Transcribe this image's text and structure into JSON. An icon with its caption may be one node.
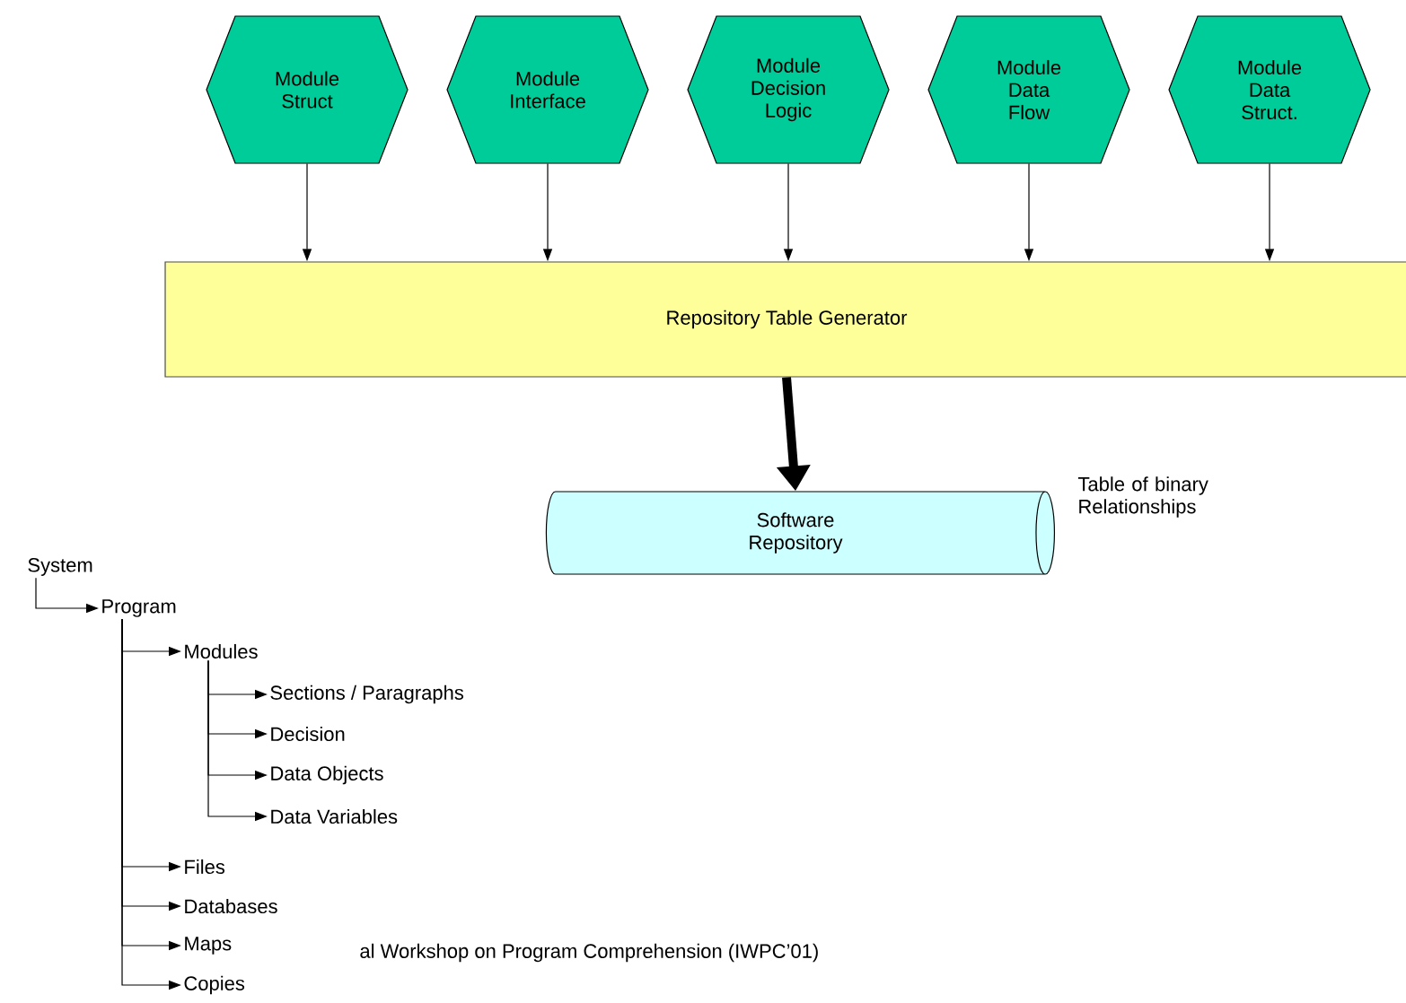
{
  "diagram": {
    "nodes": [
      {
        "text": [
          "Module Struct"
        ]
      },
      {
        "text": [
          "Module Interface"
        ]
      },
      {
        "text": [
          "Module Decision Logic"
        ]
      },
      {
        "text": [
          "Module Data Flow"
        ]
      },
      {
        "text": [
          "Module Data Struct."
        ]
      },
      {
        "text": [
          "Repository Table Generator"
        ]
      },
      {
        "text": [
          "Software Repository"
        ],
        "beside": [
          "Table of binary Relationships"
        ]
      },
      {
        "text": [
          "System"
        ]
      },
      {
        "text": [
          "Program"
        ]
      },
      {
        "text": [
          "Modules"
        ]
      },
      {
        "text": [
          "Sections / Paragraphs"
        ]
      },
      {
        "text": [
          "Decision"
        ]
      },
      {
        "text": [
          "Data Objects"
        ]
      },
      {
        "text": [
          "Data Variables"
        ]
      },
      {
        "text": [
          "Files"
        ]
      },
      {
        "text": [
          "Databases"
        ]
      },
      {
        "text": [
          "Maps"
        ]
      },
      {
        "text": [
          "Copies"
        ]
      }
    ],
    "edges": [
      {
        "from": 0,
        "to": 5,
        "arrow": "to"
      },
      {
        "from": 1,
        "to": 5,
        "arrow": "to"
      },
      {
        "from": 2,
        "to": 5,
        "arrow": "to"
      },
      {
        "from": 3,
        "to": 5,
        "arrow": "to"
      },
      {
        "from": 4,
        "to": 5,
        "arrow": "to"
      },
      {
        "from": 5,
        "to": 6,
        "arrow": "to",
        "style": "thick"
      },
      {
        "from": 7,
        "to": 8,
        "arrow": "to"
      },
      {
        "from": 8,
        "to": 9,
        "arrow": "to"
      },
      {
        "from": 9,
        "to": 10,
        "arrow": "to"
      },
      {
        "from": 9,
        "to": 11,
        "arrow": "to"
      },
      {
        "from": 9,
        "to": 12,
        "arrow": "to"
      },
      {
        "from": 9,
        "to": 13,
        "arrow": "to"
      },
      {
        "from": 8,
        "to": 14,
        "arrow": "to"
      },
      {
        "from": 8,
        "to": 15,
        "arrow": "to"
      },
      {
        "from": 8,
        "to": 16,
        "arrow": "to"
      },
      {
        "from": 8,
        "to": 17,
        "arrow": "to"
      }
    ],
    "labels": [
      "al Workshop on Program Comprehension (IWPC’01)"
    ]
  }
}
